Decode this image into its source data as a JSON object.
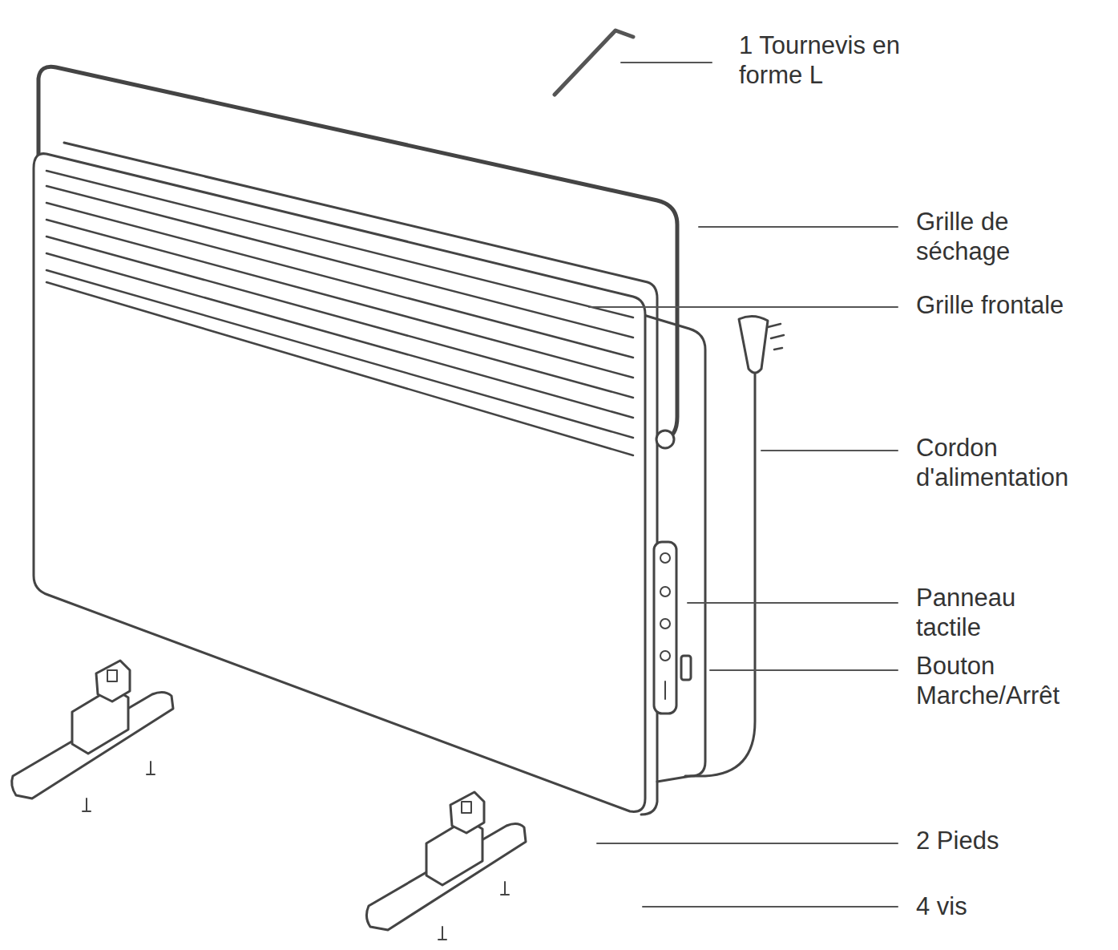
{
  "diagram": {
    "labels": [
      "1 Tournevis en forme L",
      "Grille de séchage",
      "Grille frontale",
      "Cordon d'alimentation",
      "Panneau tactile",
      "Bouton Marche/Arrêt",
      "2 Pieds",
      "4 vis"
    ]
  }
}
